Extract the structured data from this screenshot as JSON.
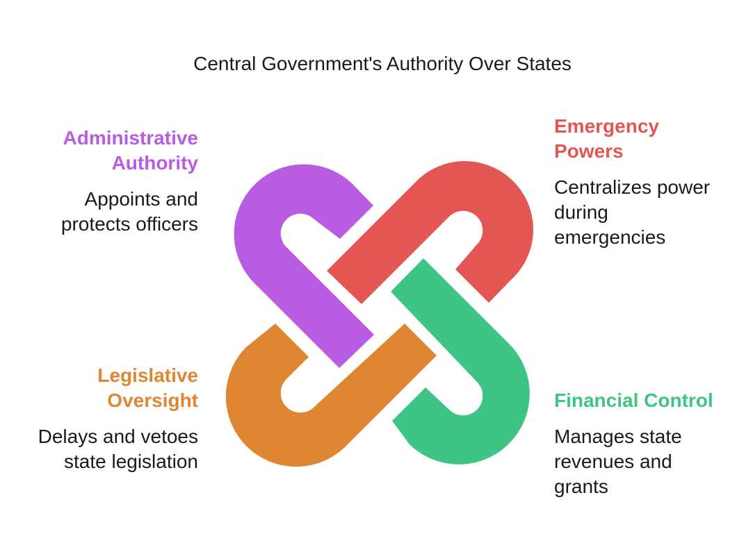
{
  "title": "Central Government's Authority Over States",
  "colors": {
    "purple": "#B85CE4",
    "red": "#E45653",
    "orange": "#DF8633",
    "green": "#3EC484"
  },
  "items": {
    "administrative": {
      "title_line1": "Administrative",
      "title_line2": "Authority",
      "desc_line1": "Appoints and",
      "desc_line2": "protects officers"
    },
    "emergency": {
      "title_line1": "Emergency",
      "title_line2": "Powers",
      "desc_line1": "Centralizes power",
      "desc_line2": "during",
      "desc_line3": "emergencies"
    },
    "legislative": {
      "title_line1": "Legislative",
      "title_line2": "Oversight",
      "desc_line1": "Delays and vetoes",
      "desc_line2": "state legislation"
    },
    "financial": {
      "title_line1": "Financial Control",
      "desc_line1": "Manages state",
      "desc_line2": "revenues and",
      "desc_line3": "grants"
    }
  }
}
